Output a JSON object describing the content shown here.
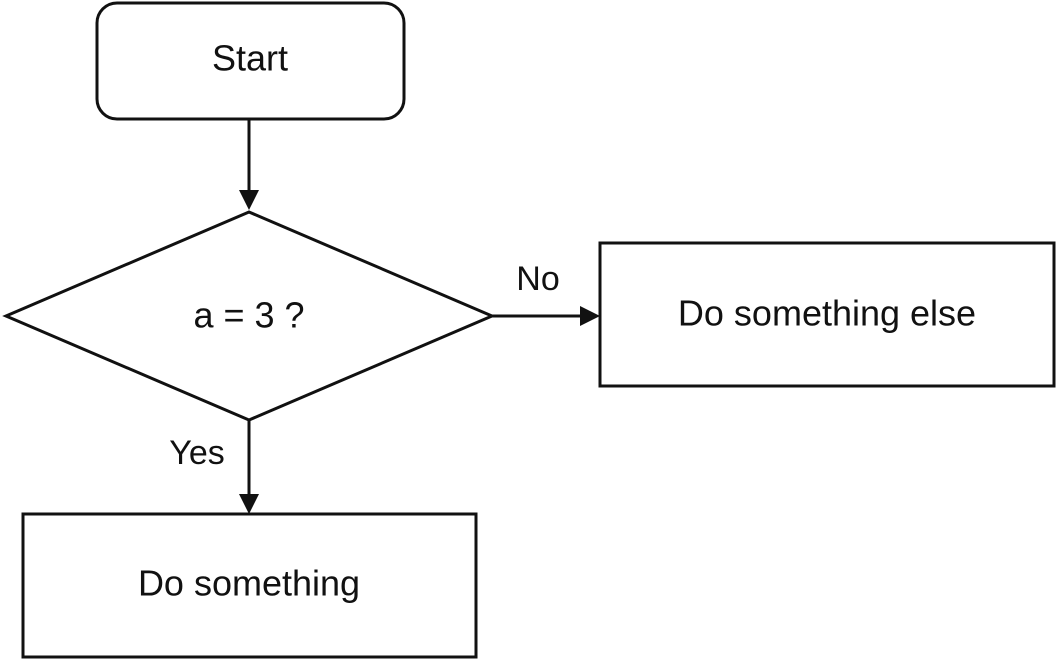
{
  "nodes": {
    "start": {
      "label": "Start",
      "shape": "rounded-rectangle"
    },
    "decision": {
      "label": "a = 3 ?",
      "shape": "diamond"
    },
    "else_action": {
      "label": "Do something else",
      "shape": "rectangle"
    },
    "action": {
      "label": "Do something",
      "shape": "rectangle"
    }
  },
  "edges": {
    "start_to_decision": {
      "from": "start",
      "to": "decision",
      "label": ""
    },
    "decision_no": {
      "from": "decision",
      "to": "else_action",
      "label": "No"
    },
    "decision_yes": {
      "from": "decision",
      "to": "action",
      "label": "Yes"
    }
  },
  "colors": {
    "stroke": "#111111",
    "fill": "#ffffff",
    "text": "#111111"
  }
}
